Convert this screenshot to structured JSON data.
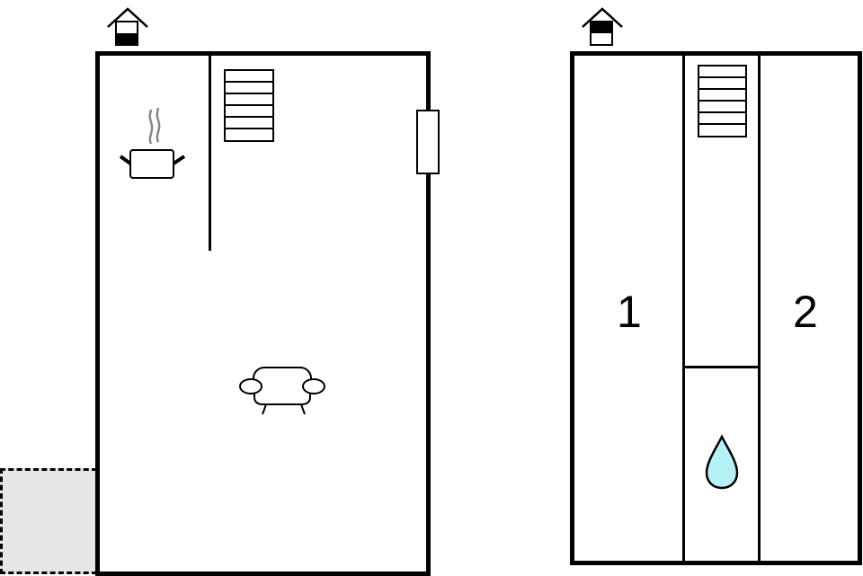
{
  "floorplans": [
    {
      "id": "ground-floor",
      "level_icon": "house-icon-lower-filled",
      "rooms": [
        "kitchen",
        "living-room"
      ],
      "features": [
        "stairs",
        "window",
        "terrace-dashed"
      ],
      "icons": [
        "cooking-pot-icon",
        "sofa-icon",
        "stairs-icon"
      ]
    },
    {
      "id": "upper-floor",
      "level_icon": "house-icon-upper-filled",
      "rooms": [
        {
          "label": "1",
          "type": "bedroom"
        },
        {
          "label": "2",
          "type": "bedroom"
        },
        {
          "label": "",
          "type": "bathroom"
        }
      ],
      "icons": [
        "stairs-icon",
        "water-drop-icon"
      ]
    }
  ],
  "colors": {
    "wall": "#000000",
    "terrace": "#e6e6e6",
    "water": "#b5f2f7",
    "steam": "#888888"
  }
}
